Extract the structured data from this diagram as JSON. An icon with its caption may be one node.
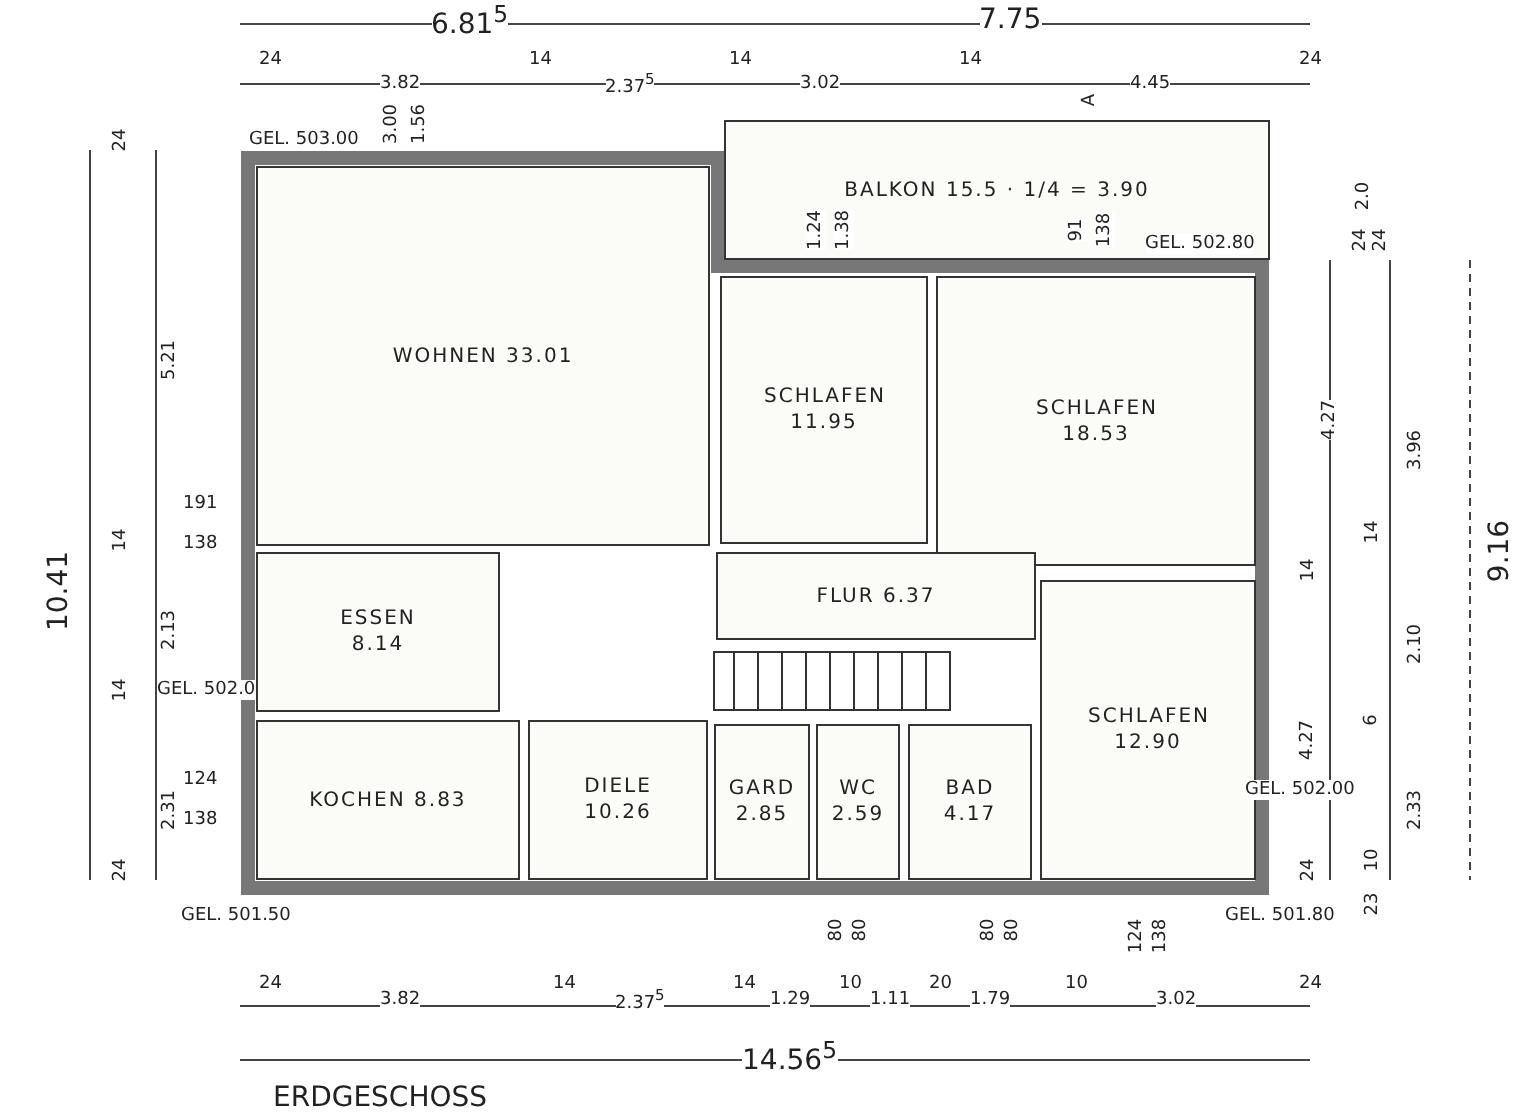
{
  "diagram": {
    "nodes": [
      {
        "text": [
          "BALKON 15.5 · 1/4 = 3.90"
        ]
      },
      {
        "text": [
          "WOHNEN 33.01"
        ]
      },
      {
        "text": [
          "SCHLAFEN 11.95"
        ]
      },
      {
        "text": [
          "SCHLAFEN 18.53"
        ]
      },
      {
        "text": [
          "FLUR 6.37"
        ]
      },
      {
        "text": [
          "ESSEN 8.14"
        ]
      },
      {
        "text": [
          "SCHLAFEN 12.90"
        ]
      },
      {
        "text": [
          "KOCHEN 8.83"
        ]
      },
      {
        "text": [
          "DIELE 10.26"
        ]
      },
      {
        "text": [
          "GARD 2.85"
        ]
      },
      {
        "text": [
          "WC 2.59"
        ]
      },
      {
        "text": [
          "BAD 4.17"
        ]
      }
    ],
    "labels": [
      "6.81$^{5}$",
      "7.75",
      "24",
      "3.82",
      "14",
      "2.37$^{5}$",
      "14",
      "3.02",
      "14",
      "4.45",
      "24",
      "A",
      "GEL. 503.00",
      "3.00",
      "1.56",
      "2.0",
      "1.24",
      "1.38",
      "91",
      "138",
      "GEL. 502.80",
      "24",
      "24",
      "5.21",
      "10.41",
      "191",
      "14",
      "138",
      "2.13",
      "14",
      "GEL. 502.0",
      "124",
      "2.31",
      "138",
      "24",
      "GEL. 501.50",
      "24",
      "4.27",
      "3.96",
      "14",
      "14",
      "2.10",
      "6",
      "4.27",
      "GEL. 502.00",
      "2.33",
      "10",
      "24",
      "23",
      "9.16",
      "GEL. 501.80",
      "80",
      "80",
      "80",
      "80",
      "124",
      "138",
      "24",
      "3.82",
      "14",
      "2.37$^{5}$",
      "14",
      "1.29",
      "10",
      "1.11",
      "20",
      "1.79",
      "10",
      "3.02",
      "24",
      "14.56$^{5}$",
      "ERDGESCHOSS"
    ]
  }
}
